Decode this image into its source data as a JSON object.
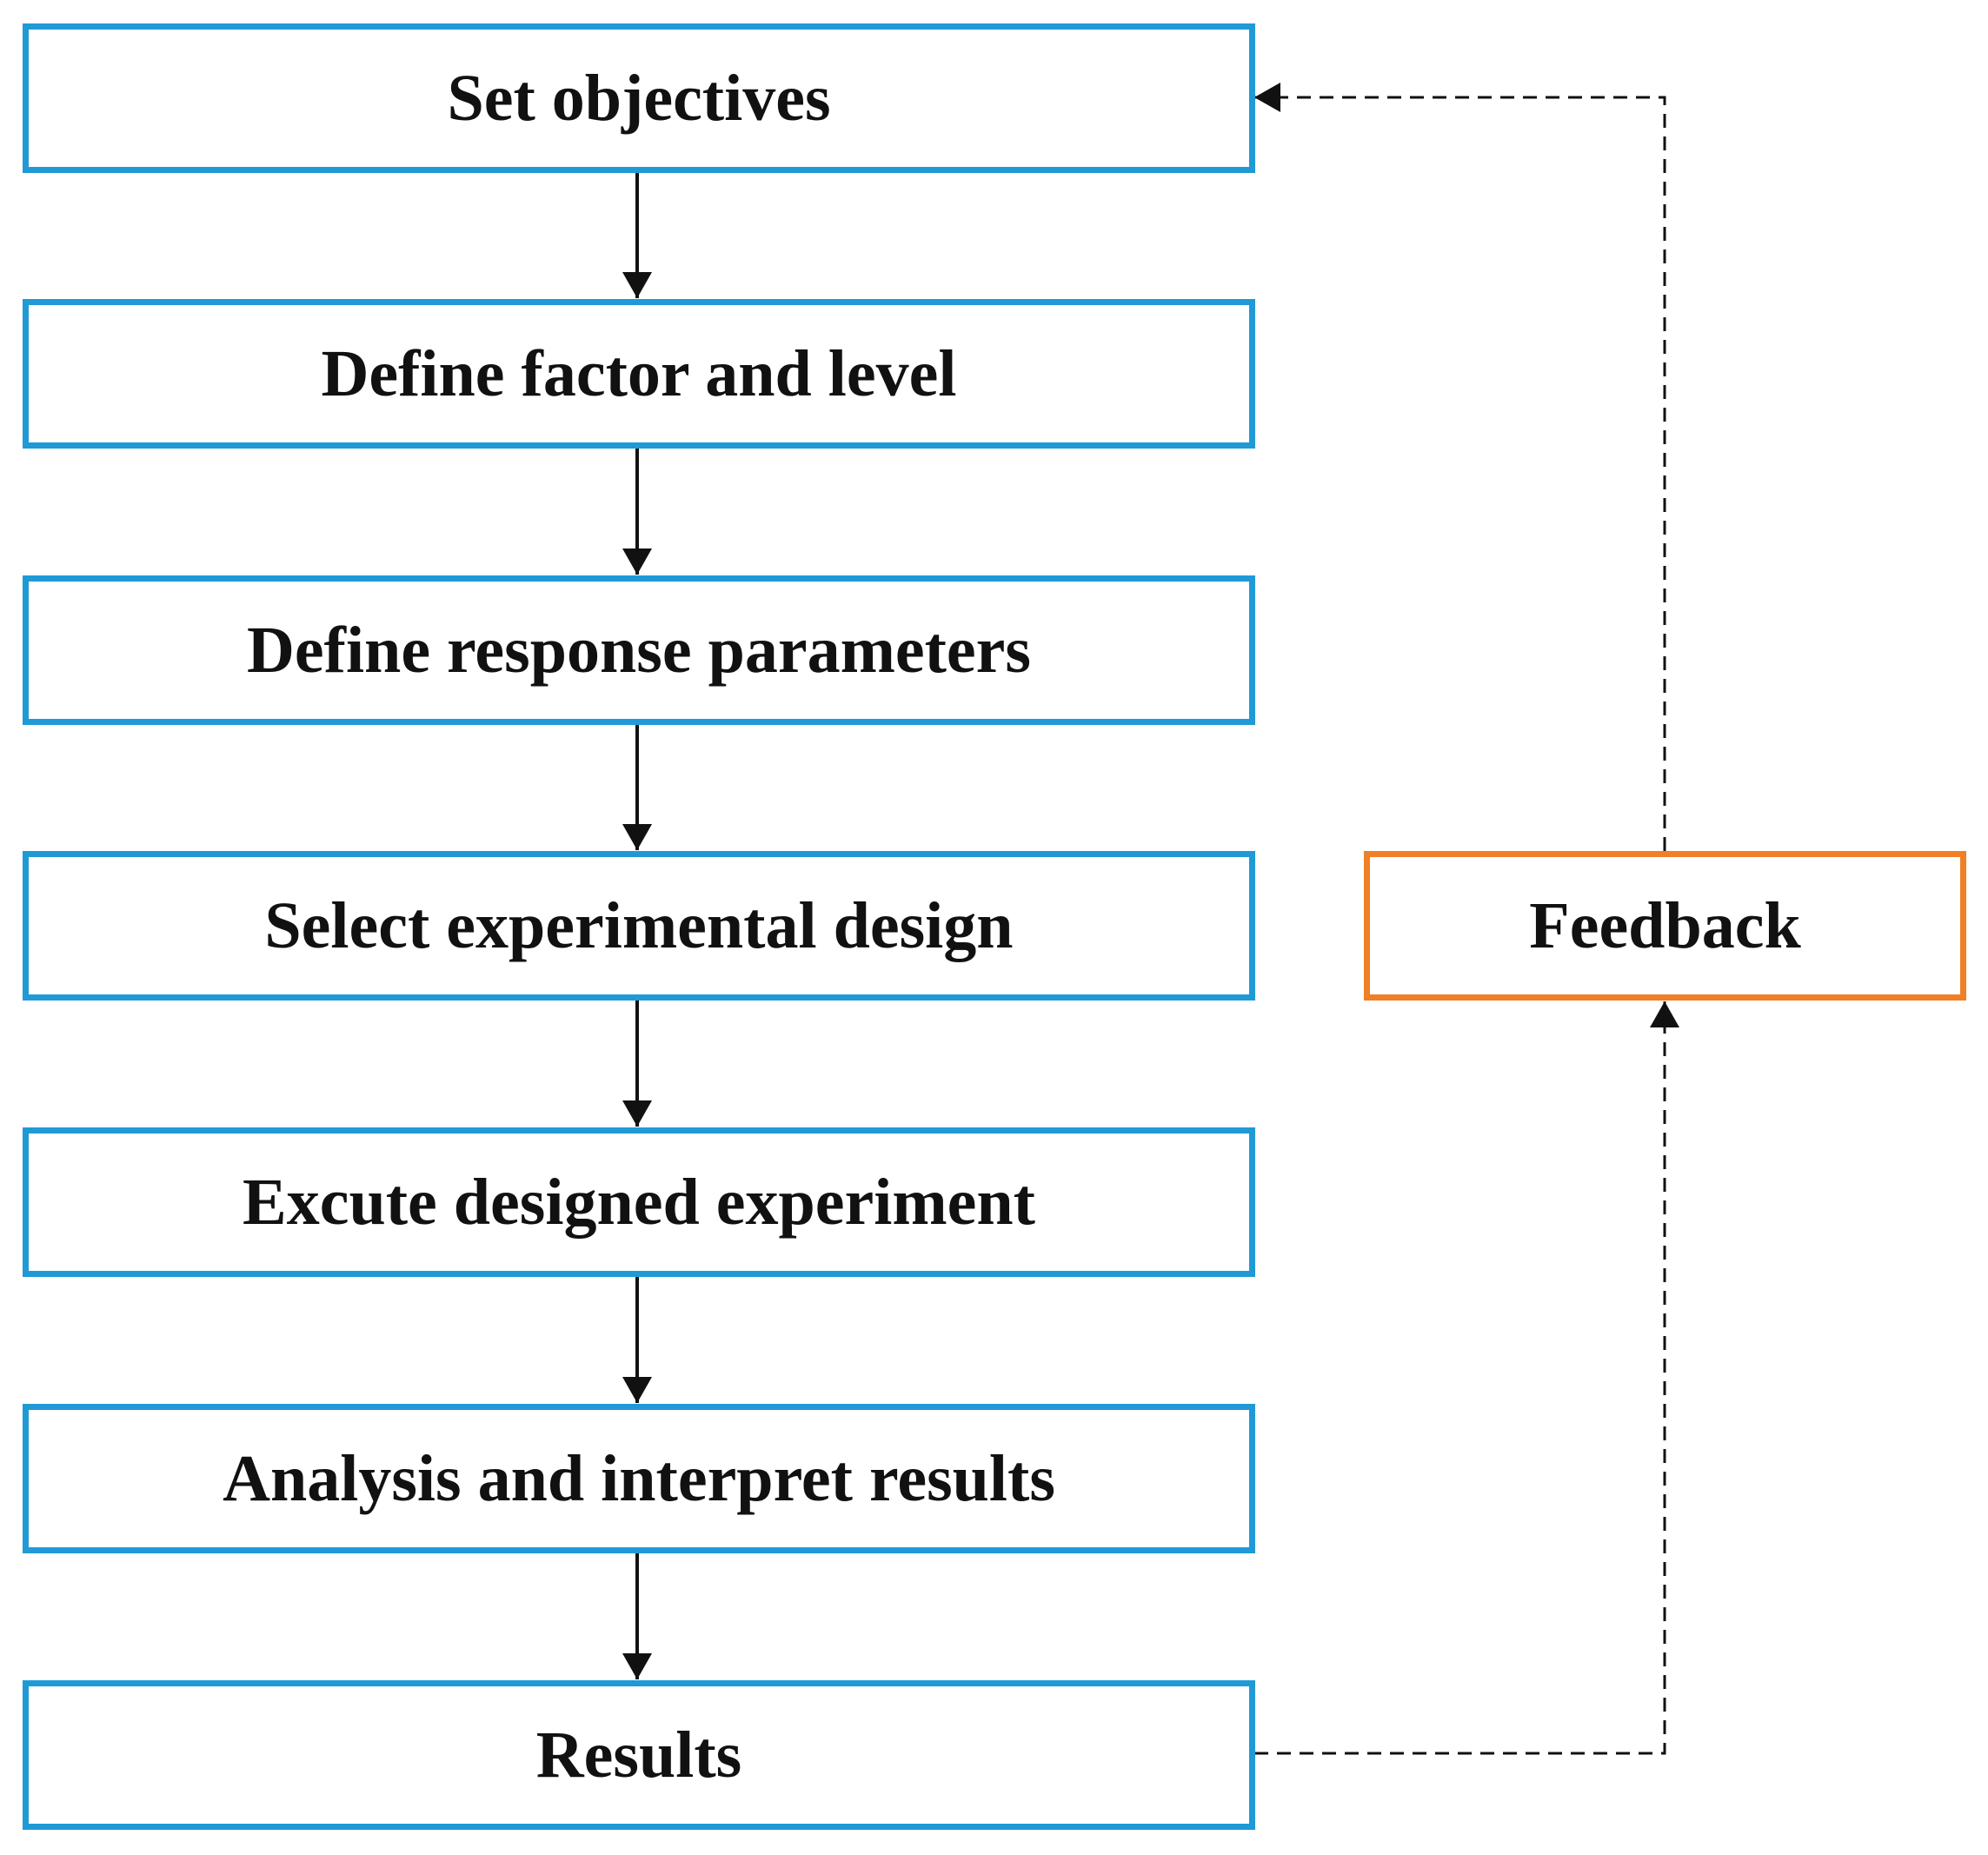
{
  "steps": [
    {
      "label": "Set objectives"
    },
    {
      "label": "Define factor and level"
    },
    {
      "label": "Define response parameters"
    },
    {
      "label": "Select experimental design"
    },
    {
      "label": "Excute designed experiment"
    },
    {
      "label": "Analysis and interpret results"
    },
    {
      "label": "Results"
    }
  ],
  "feedback": {
    "label": "Feedback"
  },
  "colors": {
    "step_border": "#1f9ad6",
    "feedback_border": "#f07f26",
    "arrow": "#111111",
    "text": "#111111"
  }
}
